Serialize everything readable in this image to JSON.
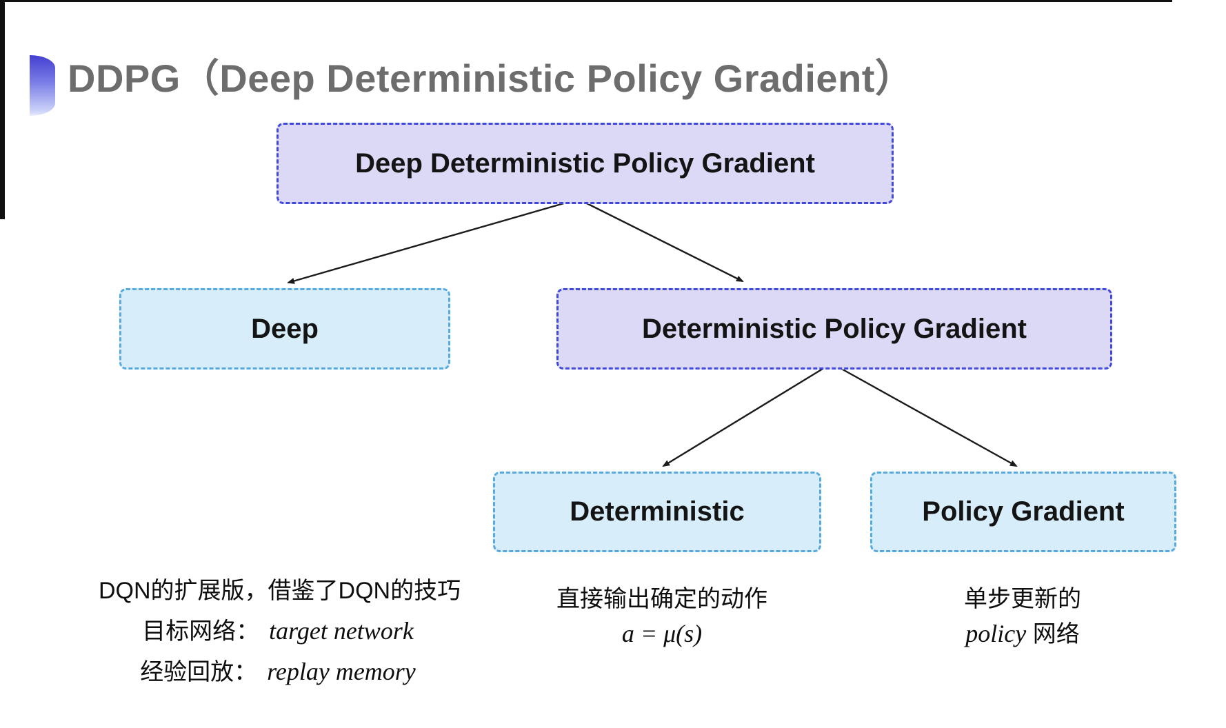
{
  "title": {
    "text": "DDPG（Deep Deterministic Policy Gradient）"
  },
  "diagram": {
    "type": "tree",
    "nodes": [
      {
        "id": "root",
        "label": "Deep Deterministic Policy Gradient",
        "variant": "purple"
      },
      {
        "id": "deep",
        "label": "Deep",
        "variant": "blue"
      },
      {
        "id": "dpg",
        "label": "Deterministic Policy Gradient",
        "variant": "purple"
      },
      {
        "id": "deterministic",
        "label": "Deterministic",
        "variant": "blue"
      },
      {
        "id": "policy-gradient",
        "label": "Policy Gradient",
        "variant": "blue"
      }
    ],
    "edges": [
      {
        "from": "root",
        "to": "deep"
      },
      {
        "from": "root",
        "to": "dpg"
      },
      {
        "from": "dpg",
        "to": "deterministic"
      },
      {
        "from": "dpg",
        "to": "policy-gradient"
      }
    ]
  },
  "notes": {
    "deep": {
      "line1": "DQN的扩展版，借鉴了DQN的技巧",
      "line2_label": "目标网络：",
      "line2_term": "target network",
      "line3_label": "经验回放：",
      "line3_term": "replay memory"
    },
    "deterministic": {
      "line1": "直接输出确定的动作",
      "formula": "a = μ(s)"
    },
    "policy_gradient": {
      "line1": "单步更新的",
      "line2_term": "policy",
      "line2_label": " 网络"
    }
  },
  "colors": {
    "purple_fill": "#dcd9f6",
    "purple_border": "#4149da",
    "blue_fill": "#d7eefa",
    "blue_border": "#58a9de",
    "arrow": "#1b1b1b",
    "title_text": "#6d6d6d",
    "bullet_gradient_top": "#433fd1",
    "bullet_gradient_bottom": "#ccd2f9"
  }
}
